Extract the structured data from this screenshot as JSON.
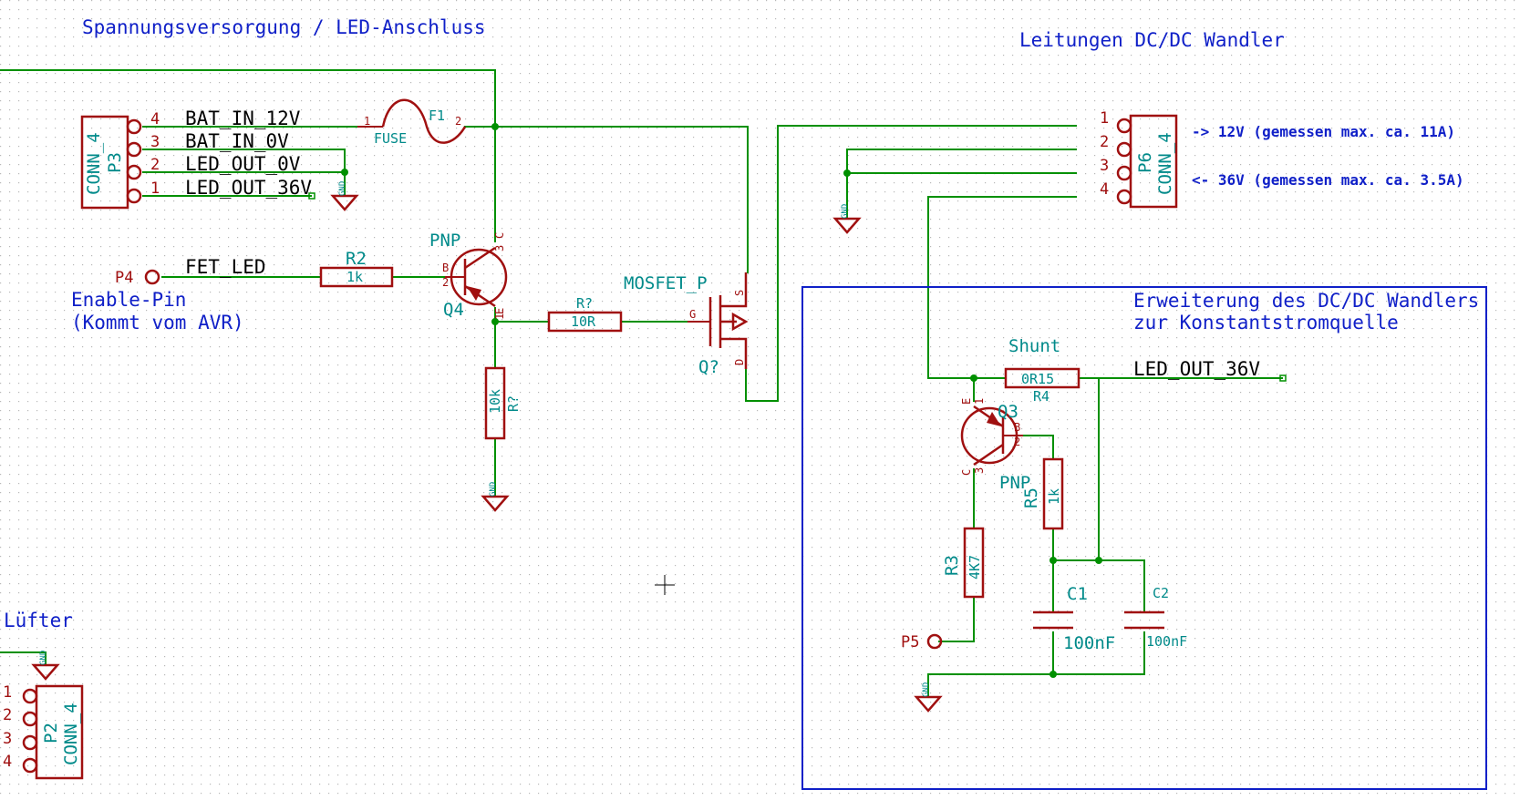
{
  "headings": {
    "power": "Spannungsversorgung / LED-Anschluss",
    "dcdc": "Leitungen DC/DC Wandler",
    "ext_line1": "Erweiterung des DC/DC Wandlers",
    "ext_line2": "zur Konstantstromquelle",
    "fan": "Lüfter",
    "enable1": "Enable-Pin",
    "enable2": "(Kommt vom AVR)"
  },
  "notes": {
    "p6_in": "-> 12V  (gemessen max. ca. 11A)",
    "p6_out": "<- 36V (gemessen max. ca. 3.5A)"
  },
  "nets": {
    "bat12": "BAT_IN_12V",
    "bat0": "BAT_IN_0V",
    "led0": "LED_OUT_0V",
    "led36a": "LED_OUT_36V",
    "fet": "FET_LED",
    "led36b": "LED_OUT_36V"
  },
  "parts": {
    "P3": {
      "ref": "P3",
      "value": "CONN_4",
      "pins": [
        "4",
        "3",
        "2",
        "1"
      ]
    },
    "P6": {
      "ref": "P6",
      "value": "CONN_4",
      "pins": [
        "1",
        "2",
        "3",
        "4"
      ]
    },
    "P2": {
      "ref": "P2",
      "value": "CONN_4",
      "pins": [
        "1",
        "2",
        "3",
        "4"
      ]
    },
    "P4": {
      "ref": "P4"
    },
    "P5": {
      "ref": "P5"
    },
    "F1": {
      "ref": "F1",
      "value": "FUSE",
      "pin1": "1",
      "pin2": "2"
    },
    "R2": {
      "ref": "R2",
      "value": "1k"
    },
    "Rq1": {
      "ref": "R?",
      "value": "10R"
    },
    "Rq2": {
      "ref": "R?",
      "value": "10k"
    },
    "R4": {
      "ref": "R4",
      "value": "0R15",
      "label": "Shunt"
    },
    "R5": {
      "ref": "R5",
      "value": "1k"
    },
    "R3": {
      "ref": "R3",
      "value": "4K7"
    },
    "C1": {
      "ref": "C1",
      "value": "100nF"
    },
    "C2": {
      "ref": "C2",
      "value": "100nF"
    },
    "Q4": {
      "ref": "Q4",
      "value": "PNP",
      "b": "B",
      "c": "C",
      "e": "E",
      "pb": "2",
      "pc": "3",
      "pe": "1"
    },
    "Q3": {
      "ref": "Q3",
      "value": "PNP",
      "b": "B",
      "c": "C",
      "e": "E",
      "pb": "2",
      "pc": "3",
      "pe": "1"
    },
    "Qm": {
      "ref": "Q?",
      "value": "MOSFET_P",
      "g": "G",
      "s": "S",
      "d": "D"
    }
  },
  "gnd_label": "GND",
  "colors": {
    "wire": "#009000",
    "component": "#a01010",
    "text_blue": "#1020c8",
    "ref_cyan": "#008a8a"
  }
}
